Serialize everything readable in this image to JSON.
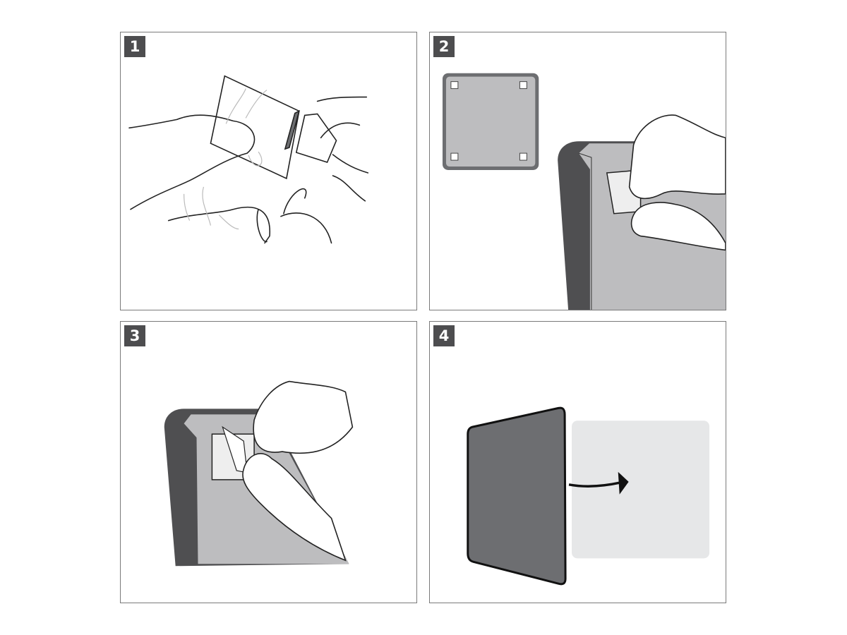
{
  "steps": [
    {
      "number": "1"
    },
    {
      "number": "2"
    },
    {
      "number": "3"
    },
    {
      "number": "4"
    }
  ],
  "colors": {
    "badge": "#4d4d4f",
    "device_frame": "#4f4f51",
    "device_surface": "#bdbdbf",
    "plate": "#6d6e71",
    "target": "#e6e7e8"
  }
}
